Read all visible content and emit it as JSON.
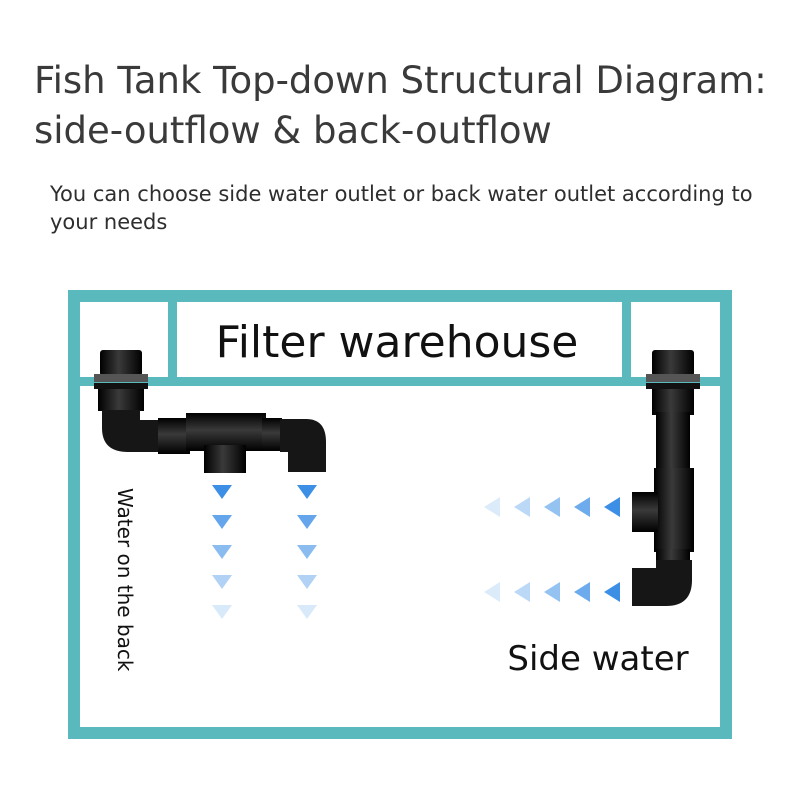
{
  "title": "Fish Tank Top-down Structural Diagram: side-outflow & back-outflow",
  "subtitle": "You can choose side water outlet or back water outlet according to your needs",
  "diagram": {
    "filter_label": "Filter warehouse",
    "side_label": "Side water",
    "back_label": "Water on the back",
    "tank_color": "#5ab9bd",
    "pipe_color": "#141414",
    "arrow_color": "#3d8fe6"
  }
}
